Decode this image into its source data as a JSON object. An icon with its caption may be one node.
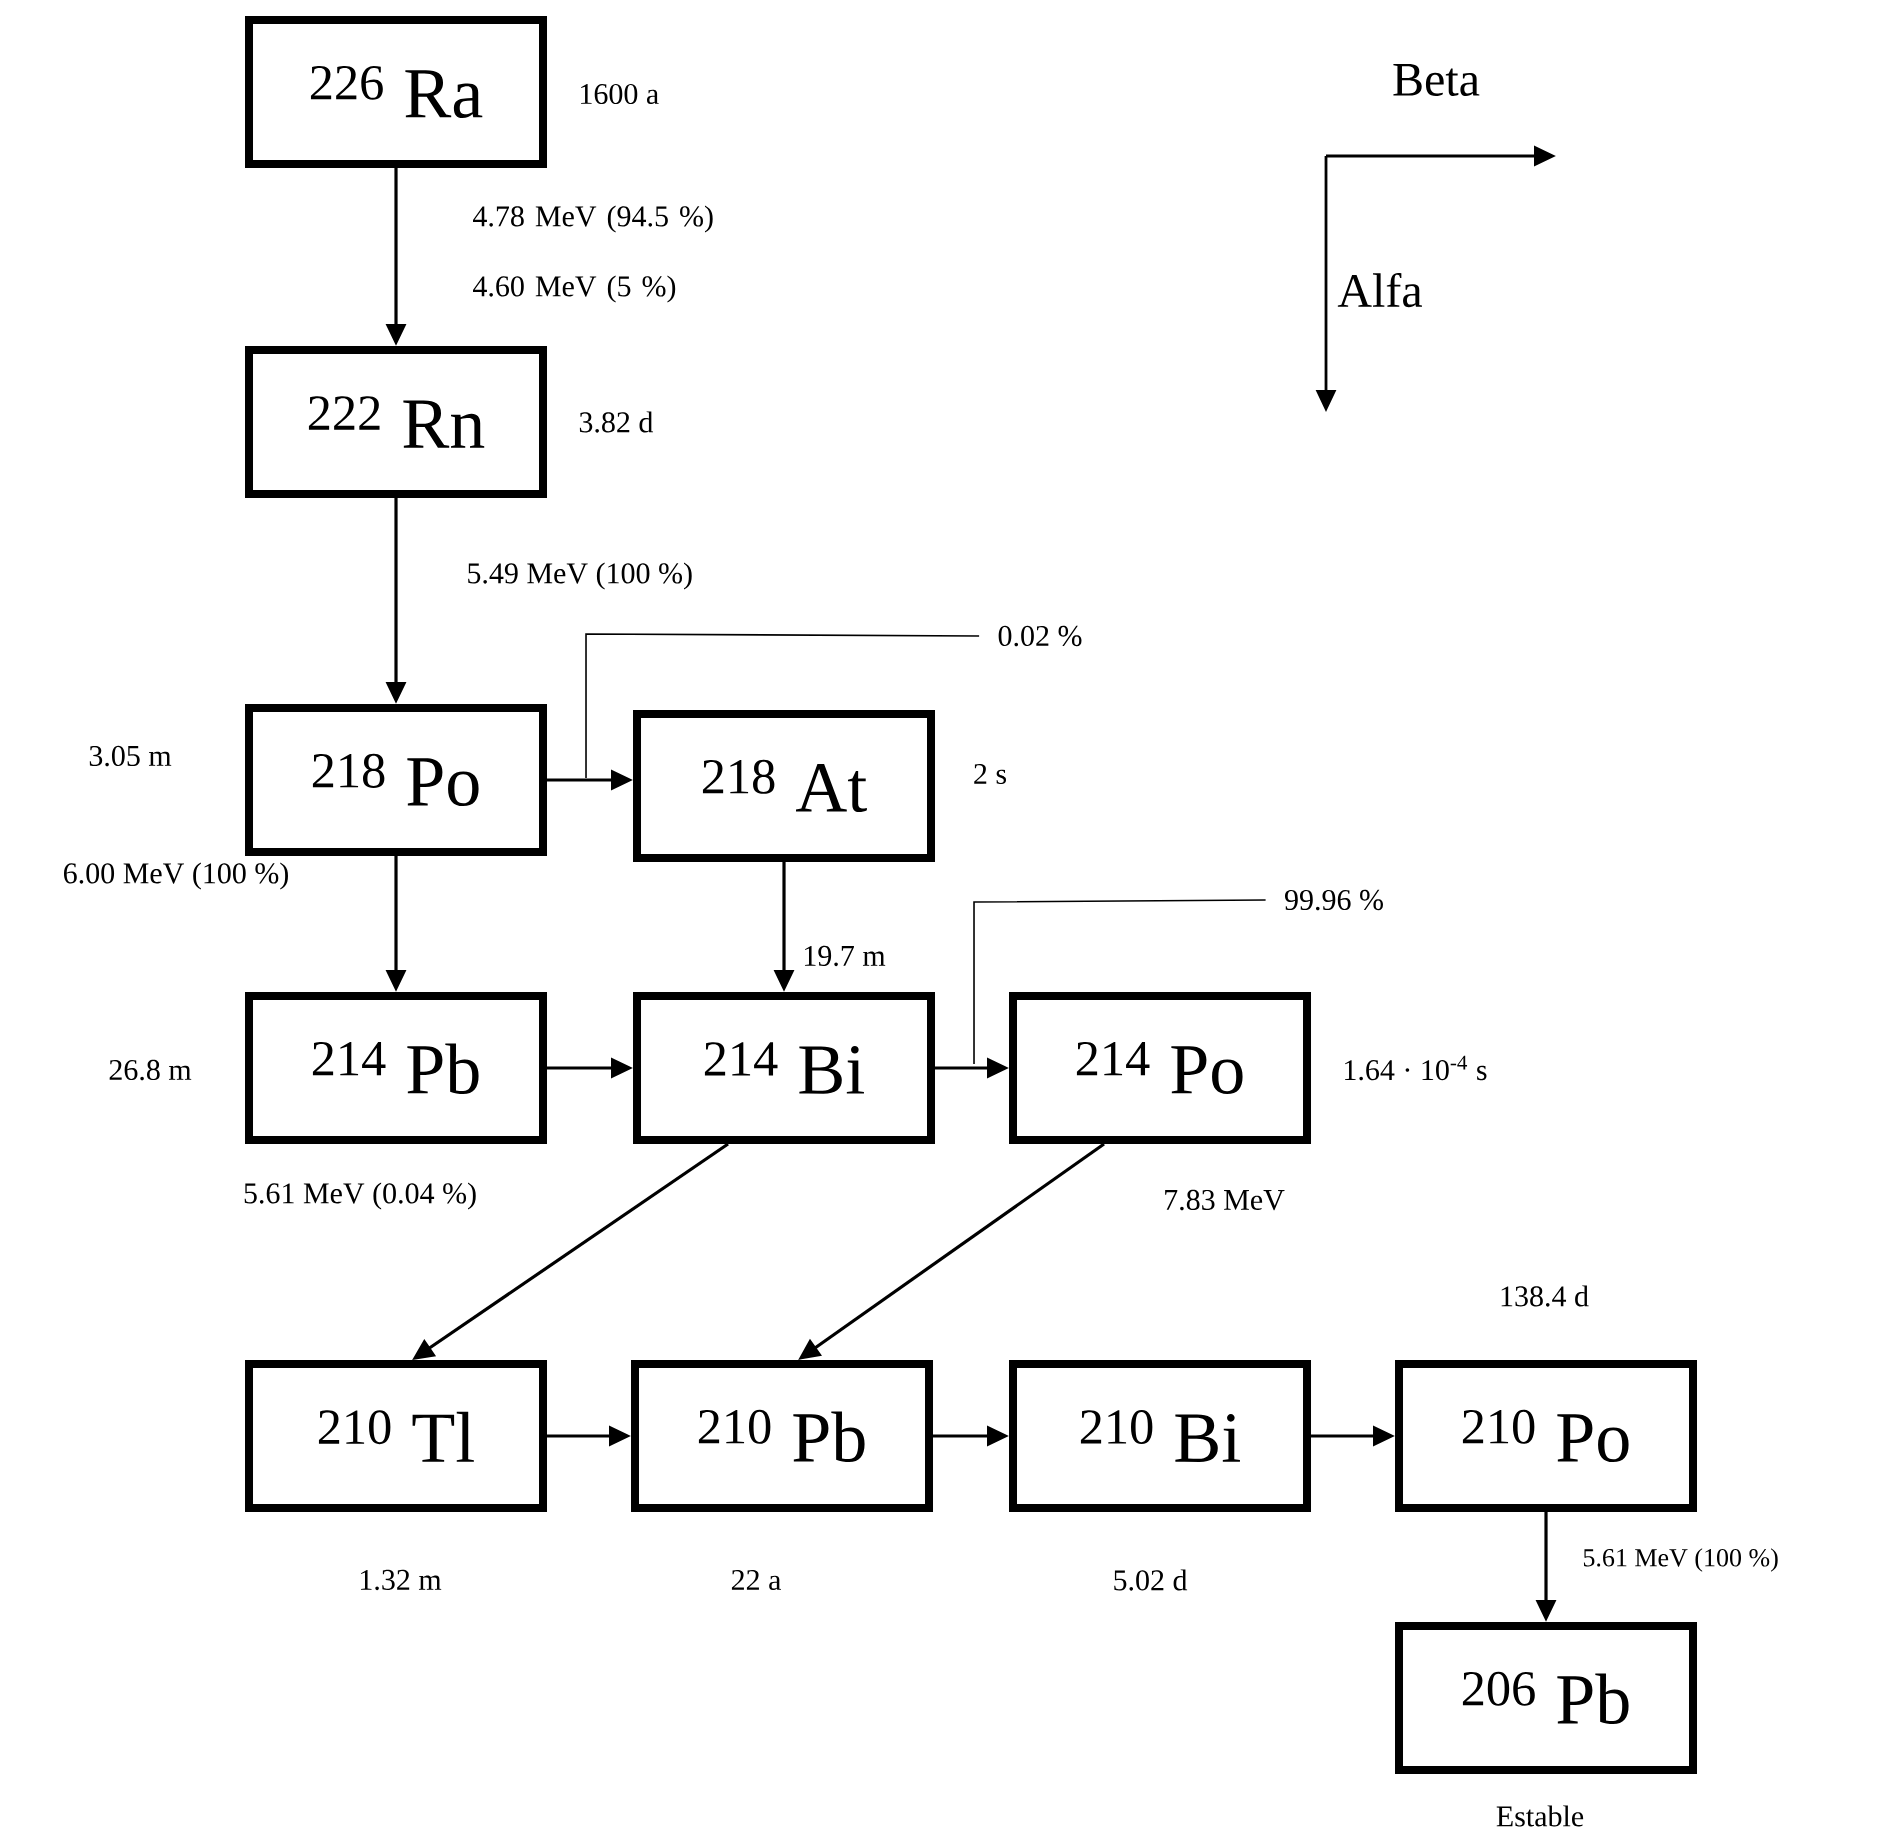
{
  "diagram": {
    "nodes": [
      {
        "text": [
          "$^{226}$ Ra"
        ],
        "beside": [
          "1600 a"
        ]
      },
      {
        "text": [
          "$^{222}$ Rn"
        ],
        "beside": [
          "3.82 d"
        ]
      },
      {
        "text": [
          "$^{218}$ Po"
        ],
        "beside": [
          "3.05 m"
        ]
      },
      {
        "text": [
          "$^{218}$ At"
        ],
        "beside": [
          "2 s"
        ]
      },
      {
        "text": [
          "$^{214}$ Pb"
        ],
        "beside": [
          "26.8 m"
        ]
      },
      {
        "text": [
          "$^{214}$ Bi"
        ],
        "beside": [
          "19.7 m"
        ]
      },
      {
        "text": [
          "$^{214}$ Po"
        ],
        "beside": [
          "1.64 · 10$^{-4}$ s"
        ]
      },
      {
        "text": [
          "$^{210}$ Tl"
        ],
        "beside": [
          "1.32 m"
        ]
      },
      {
        "text": [
          "$^{210}$ Pb"
        ],
        "beside": [
          "22 a"
        ]
      },
      {
        "text": [
          "$^{210}$ Bi"
        ],
        "beside": [
          "5.02 d"
        ]
      },
      {
        "text": [
          "$^{210}$ Po"
        ],
        "beside": [
          "138.4 d"
        ]
      },
      {
        "text": [
          "$^{206}$ Pb"
        ],
        "beside": [
          "Estable"
        ]
      },
      {
        "text": [
          "0.02 %"
        ]
      },
      {
        "text": [
          "99.96 %"
        ]
      }
    ],
    "edges": [
      {
        "from": 0,
        "to": 1,
        "arrow": "to",
        "label": "4.78 MeV (94.5 %) 4.60 MeV (5 %)"
      },
      {
        "from": 1,
        "to": 2,
        "arrow": "to",
        "label": "5.49 MeV (100 %)"
      },
      {
        "from": 2,
        "to": 3,
        "arrow": "to"
      },
      {
        "from": 2,
        "to": 4,
        "arrow": "to",
        "label": "6.00 MeV (100 %)"
      },
      {
        "from": 3,
        "to": 5,
        "arrow": "to"
      },
      {
        "from": 4,
        "to": 5,
        "arrow": "to"
      },
      {
        "from": 5,
        "to": 6,
        "arrow": "to"
      },
      {
        "from": 5,
        "to": 7,
        "arrow": "to",
        "label": "5.61 MeV (0.04 %)"
      },
      {
        "from": 6,
        "to": 8,
        "arrow": "to",
        "label": "7.83 MeV"
      },
      {
        "from": 7,
        "to": 8,
        "arrow": "to"
      },
      {
        "from": 8,
        "to": 9,
        "arrow": "to"
      },
      {
        "from": 9,
        "to": 10,
        "arrow": "to"
      },
      {
        "from": 10,
        "to": 11,
        "arrow": "to",
        "label": "5.61 MeV (100 %)"
      },
      {
        "from": 12,
        "to": null,
        "arrow": "none"
      },
      {
        "from": 13,
        "to": null,
        "arrow": "none"
      }
    ],
    "labels": [
      "Beta",
      "Alfa"
    ]
  }
}
